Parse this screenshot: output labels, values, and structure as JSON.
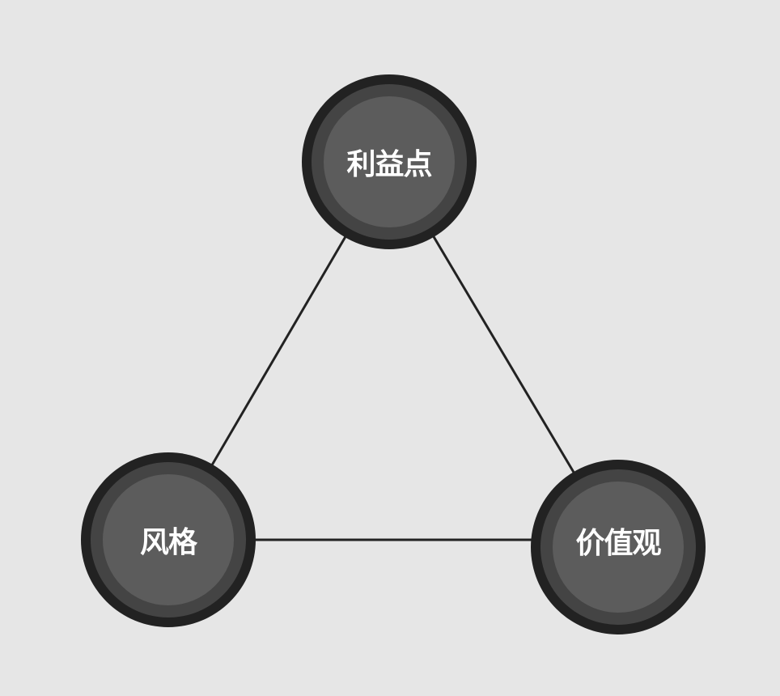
{
  "diagram": {
    "type": "triangle",
    "nodes": [
      {
        "id": "top",
        "label": "利益点"
      },
      {
        "id": "left",
        "label": "风格"
      },
      {
        "id": "right",
        "label": "价值观"
      }
    ],
    "edges": [
      {
        "from": "top",
        "to": "left"
      },
      {
        "from": "top",
        "to": "right"
      },
      {
        "from": "left",
        "to": "right"
      }
    ],
    "colors": {
      "background": "#e6e6e6",
      "edge": "#222222",
      "node_outer": "#222222",
      "node_ring": "#444444",
      "node_core": "#5c5c5c",
      "label": "#ffffff"
    }
  }
}
